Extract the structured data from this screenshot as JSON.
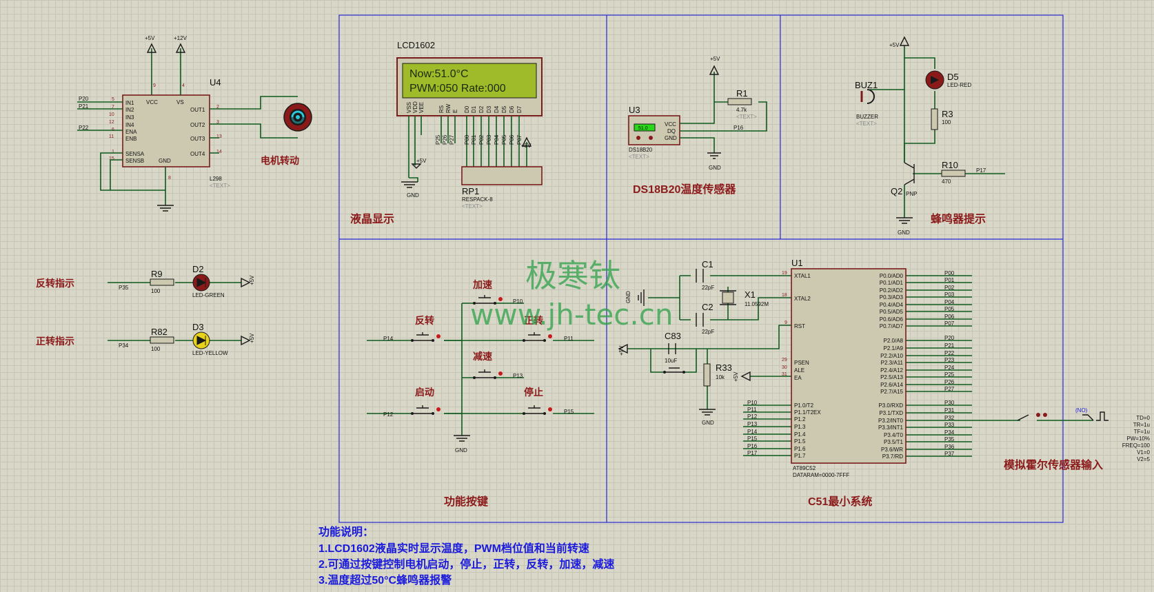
{
  "sections": {
    "lcd": "液晶显示",
    "ds18b20": "DS18B20温度传感器",
    "buzzer": "蜂鸣器提示",
    "keys": "功能按键",
    "c51": "C51最小系统",
    "motor": "电机转动",
    "hall": "模拟霍尔传感器输入",
    "reverse_ind": "反转指示",
    "forward_ind": "正转指示"
  },
  "buttons": {
    "speed_up": "加速",
    "reverse": "反转",
    "forward": "正转",
    "slow_down": "减速",
    "start": "启动",
    "stop": "停止"
  },
  "lcd": {
    "name": "LCD1602",
    "line1": "Now:51.0°C",
    "line2": "PWM:050 Rate:000",
    "pins": [
      "VSS",
      "VDD",
      "VEE",
      "RS",
      "RW",
      "E",
      "D0",
      "D1",
      "D2",
      "D3",
      "D4",
      "D5",
      "D6",
      "D7"
    ]
  },
  "rp1": {
    "ref": "RP1",
    "value": "RESPACK-8",
    "text": "<TEXT>"
  },
  "u3": {
    "ref": "U3",
    "model": "DS18B20",
    "display": "51.0",
    "text": "<TEXT>",
    "pins": [
      "VCC",
      "DQ",
      "GND"
    ]
  },
  "r1": {
    "ref": "R1",
    "value": "4.7k",
    "text": "<TEXT>"
  },
  "buz1": {
    "ref": "BUZ1",
    "model": "BUZZER",
    "text": "<TEXT>"
  },
  "d5": {
    "ref": "D5",
    "model": "LED-RED"
  },
  "r3": {
    "ref": "R3",
    "value": "100"
  },
  "r10": {
    "ref": "R10",
    "value": "470"
  },
  "q2": {
    "ref": "Q2",
    "model": "PNP"
  },
  "u4": {
    "ref": "U4",
    "model": "L298",
    "text": "<TEXT>",
    "left_pins": [
      "IN1",
      "IN2",
      "IN3",
      "IN4",
      "ENA",
      "ENB",
      "SENSA",
      "SENSB"
    ],
    "top_pins": [
      "VCC",
      "VS"
    ],
    "right_pins": [
      "OUT1",
      "OUT2",
      "OUT3",
      "OUT4"
    ],
    "gnd": "GND"
  },
  "d2": {
    "ref": "D2",
    "model": "LED-GREEN"
  },
  "d3": {
    "ref": "D3",
    "model": "LED-YELLOW"
  },
  "r9": {
    "ref": "R9",
    "value": "100"
  },
  "r82": {
    "ref": "R82",
    "value": "100"
  },
  "c1": {
    "ref": "C1",
    "value": "22pF"
  },
  "c2": {
    "ref": "C2",
    "value": "22pF"
  },
  "x1": {
    "ref": "X1",
    "value": "11.0592M"
  },
  "c83": {
    "ref": "C83",
    "value": "10uF"
  },
  "r33": {
    "ref": "R33",
    "value": "10k"
  },
  "u1": {
    "ref": "U1",
    "model": "AT89C52",
    "dataram": "DATARAM=0000-7FFF",
    "left_top": [
      "XTAL1",
      "XTAL2",
      "RST",
      "PSEN",
      "ALE",
      "EA"
    ],
    "p1": [
      "P1.0/T2",
      "P1.1/T2EX",
      "P1.2",
      "P1.3",
      "P1.4",
      "P1.5",
      "P1.6",
      "P1.7"
    ],
    "p0": [
      "P0.0/AD0",
      "P0.1/AD1",
      "P0.2/AD2",
      "P0.3/AD3",
      "P0.4/AD4",
      "P0.5/AD5",
      "P0.6/AD6",
      "P0.7/AD7"
    ],
    "p2": [
      "P2.0/A8",
      "P2.1/A9",
      "P2.2/A10",
      "P2.3/A11",
      "P2.4/A12",
      "P2.5/A13",
      "P2.6/A14",
      "P2.7/A15"
    ],
    "p3": [
      "P3.0/RXD",
      "P3.1/TXD",
      "P3.2/INT0",
      "P3.3/INT1",
      "P3.4/T0",
      "P3.5/T1",
      "P3.6/WR",
      "P3.7/RD"
    ]
  },
  "nets": {
    "p0": [
      "P00",
      "P01",
      "P02",
      "P03",
      "P04",
      "P05",
      "P06",
      "P07"
    ],
    "p2": [
      "P20",
      "P21",
      "P22",
      "P23",
      "P24",
      "P25",
      "P26",
      "P27"
    ],
    "p3": [
      "P30",
      "P31",
      "P32",
      "P33",
      "P34",
      "P35",
      "P36",
      "P37"
    ],
    "p1": [
      "P10",
      "P11",
      "P12",
      "P13",
      "P14",
      "P15",
      "P16",
      "P17"
    ],
    "lcd_ctrl": [
      "P25",
      "P26",
      "P27"
    ]
  },
  "power": {
    "v5": "+5V",
    "v12": "+12V",
    "gnd": "GND"
  },
  "pulse": {
    "no": "(NO)",
    "params": [
      "TD=0",
      "TR=1u",
      "TF=1u",
      "PW=10%",
      "FREQ=100",
      "V1=0",
      "V2=5"
    ]
  },
  "notes": {
    "title": "功能说明：",
    "l1": "1.LCD1602液晶实时显示温度，PWM档位值和当前转速",
    "l2": "2.可通过按键控制电机启动，停止，正转，反转，加速，减速",
    "l3": "3.温度超过50°C蜂鸣器报警"
  },
  "watermark": {
    "cn": "极寒钛",
    "url": "www.jh-tec.cn"
  },
  "colors": {
    "wire": "#0f5a1e",
    "component": "#7a1b1b",
    "frame": "#2a2ad8",
    "note": "#1a1adc",
    "title": "#8c1a1a",
    "lcd_bg": "#9fbb2a"
  }
}
